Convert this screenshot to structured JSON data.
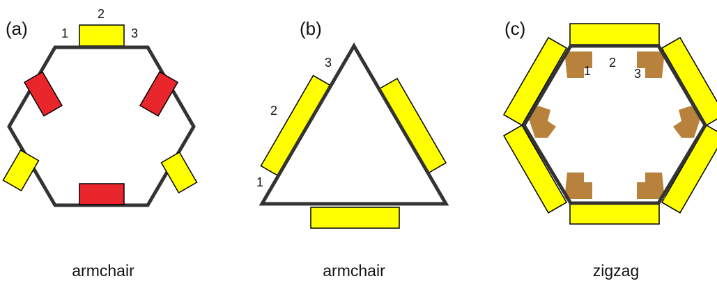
{
  "colors": {
    "outline": "#000000",
    "edge_yellow": "#ffff00",
    "edge_red": "#e8262c",
    "edge_brown": "#b8823d",
    "background": "#ffffff"
  },
  "panels": [
    {
      "letter": "(a)",
      "shape": "hexagon",
      "caption": "armchair",
      "site_labels": [
        "1",
        "2",
        "3"
      ]
    },
    {
      "letter": "(b)",
      "shape": "triangle",
      "caption": "armchair",
      "site_labels": [
        "1",
        "2",
        "3"
      ]
    },
    {
      "letter": "(c)",
      "shape": "hexagon",
      "caption": "zigzag",
      "site_labels": [
        "1",
        "2",
        "3"
      ]
    }
  ]
}
